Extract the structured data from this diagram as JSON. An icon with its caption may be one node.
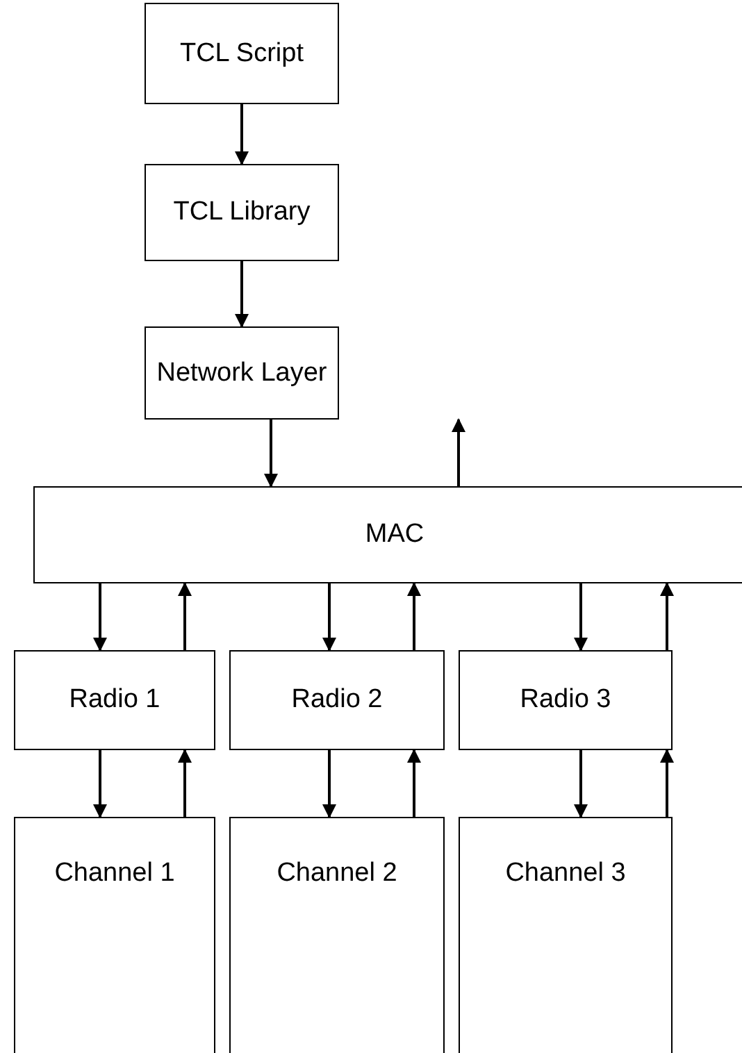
{
  "diagram": {
    "nodes": [
      {
        "text": [
          "TCL Script"
        ]
      },
      {
        "text": [
          "TCL Library"
        ]
      },
      {
        "text": [
          "Network Layer"
        ]
      },
      {
        "text": [
          "MAC"
        ]
      },
      {
        "text": [
          "Radio 1"
        ]
      },
      {
        "text": [
          "Radio 2"
        ]
      },
      {
        "text": [
          "Radio 3"
        ]
      },
      {
        "text": [
          "Channel 1"
        ]
      },
      {
        "text": [
          "Channel 2"
        ]
      },
      {
        "text": [
          "Channel 3"
        ]
      }
    ],
    "edges": [
      {
        "from": 0,
        "to": 1,
        "arrow": "to"
      },
      {
        "from": 1,
        "to": 2,
        "arrow": "to"
      },
      {
        "from": 2,
        "to": 3,
        "arrow": "to"
      },
      {
        "from": 3,
        "to": null,
        "arrow": "to"
      },
      {
        "from": 3,
        "to": 4,
        "arrow": "to"
      },
      {
        "from": 4,
        "to": 3,
        "arrow": "to"
      },
      {
        "from": 3,
        "to": 5,
        "arrow": "to"
      },
      {
        "from": 5,
        "to": 3,
        "arrow": "to"
      },
      {
        "from": 3,
        "to": 6,
        "arrow": "to"
      },
      {
        "from": 6,
        "to": 3,
        "arrow": "to"
      },
      {
        "from": 4,
        "to": 7,
        "arrow": "to"
      },
      {
        "from": 7,
        "to": 4,
        "arrow": "to"
      },
      {
        "from": 5,
        "to": 8,
        "arrow": "to"
      },
      {
        "from": 8,
        "to": 5,
        "arrow": "to"
      },
      {
        "from": 6,
        "to": 9,
        "arrow": "to"
      },
      {
        "from": 9,
        "to": 6,
        "arrow": "to"
      }
    ]
  }
}
